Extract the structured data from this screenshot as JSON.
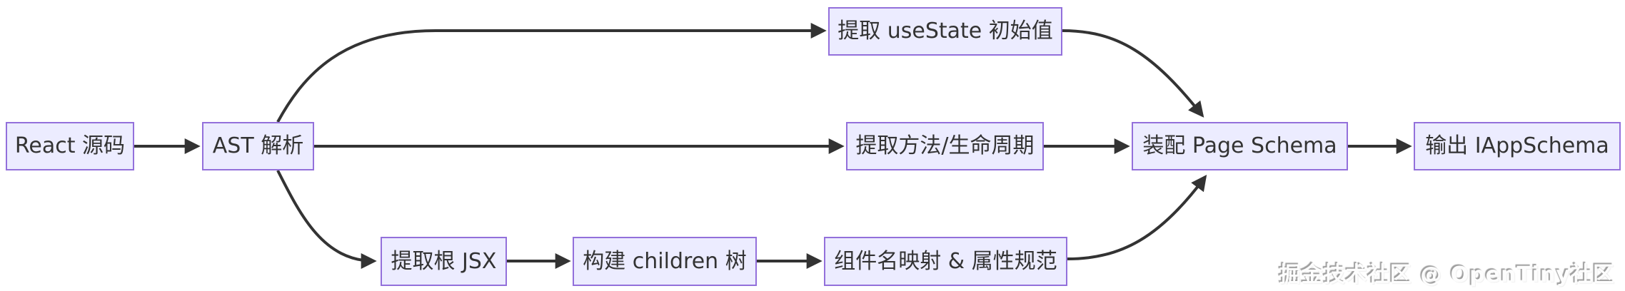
{
  "diagram": {
    "type": "flowchart",
    "direction": "left-to-right",
    "colors": {
      "node_fill": "#ECECFF",
      "node_border": "#9370DB",
      "edge": "#333333",
      "text": "#333333",
      "background": "#ffffff"
    },
    "nodes": [
      {
        "id": "react-source",
        "label": "React 源码"
      },
      {
        "id": "ast-parse",
        "label": "AST 解析"
      },
      {
        "id": "extract-usestate-initial",
        "label": "提取 useState 初始值"
      },
      {
        "id": "extract-methods-lifecycle",
        "label": "提取方法/生命周期"
      },
      {
        "id": "extract-root-jsx",
        "label": "提取根 JSX"
      },
      {
        "id": "build-children-tree",
        "label": "构建 children 树"
      },
      {
        "id": "component-name-mapping",
        "label": "组件名映射 & 属性规范"
      },
      {
        "id": "assemble-page-schema",
        "label": "装配 Page Schema"
      },
      {
        "id": "output-iappschema",
        "label": "输出 IAppSchema"
      }
    ],
    "edges": [
      {
        "from": "react-source",
        "to": "ast-parse"
      },
      {
        "from": "ast-parse",
        "to": "extract-usestate-initial"
      },
      {
        "from": "ast-parse",
        "to": "extract-methods-lifecycle"
      },
      {
        "from": "ast-parse",
        "to": "extract-root-jsx"
      },
      {
        "from": "extract-root-jsx",
        "to": "build-children-tree"
      },
      {
        "from": "build-children-tree",
        "to": "component-name-mapping"
      },
      {
        "from": "extract-usestate-initial",
        "to": "assemble-page-schema"
      },
      {
        "from": "extract-methods-lifecycle",
        "to": "assemble-page-schema"
      },
      {
        "from": "component-name-mapping",
        "to": "assemble-page-schema"
      },
      {
        "from": "assemble-page-schema",
        "to": "output-iappschema"
      }
    ]
  },
  "watermark": {
    "text": "掘金技术社区 @ OpenTiny社区"
  }
}
